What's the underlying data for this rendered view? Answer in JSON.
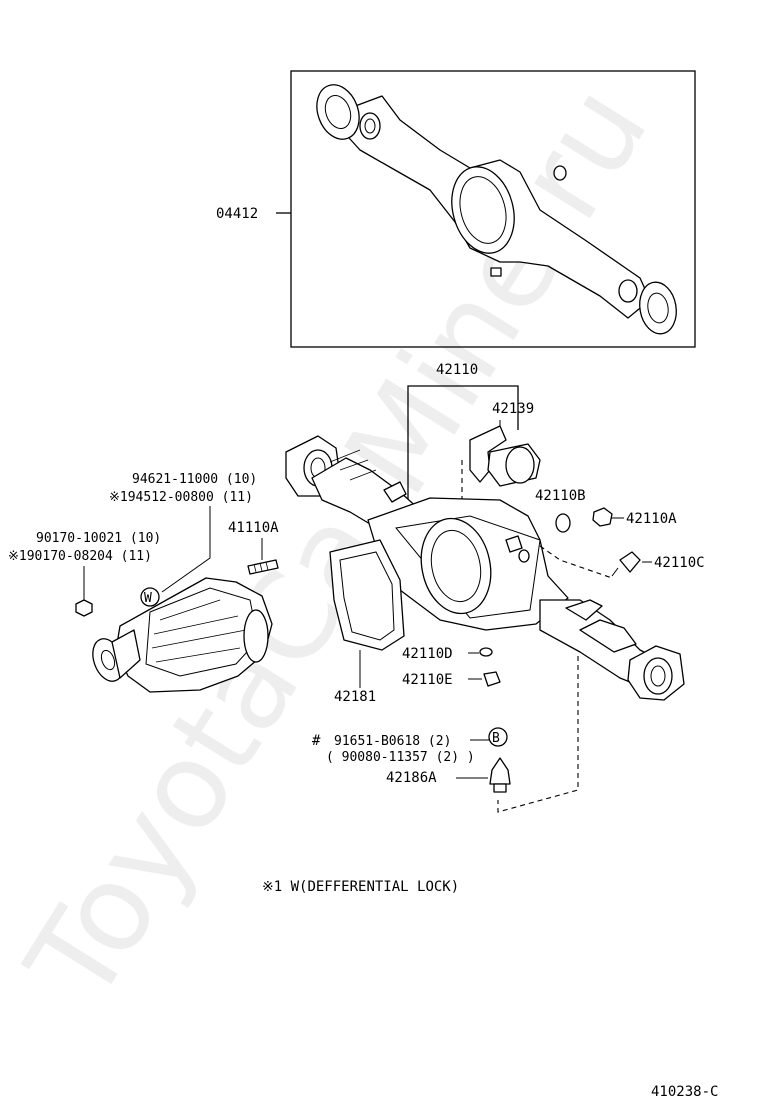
{
  "watermark": "ToyotaCarMine.ru",
  "diagram_code": "410238-C",
  "footnote": "※1 W(DEFFERENTIAL LOCK)",
  "parts": {
    "axle_housing_assy": "04412",
    "axle_housing": "42110",
    "housing_cover": "42139",
    "plug_b": "42110B",
    "bolt_a": "42110A",
    "breather_c": "42110C",
    "gasket_d": "42110D",
    "plug_e": "42110E",
    "gasket_ring": "42181",
    "breather_plug": "42186A",
    "stud_bolt": "41110A",
    "carrier_gasket_1": "94621-11000 (10)",
    "carrier_gasket_2": "※194512-00800 (11)",
    "carrier_nut_1": "90170-10021 (10)",
    "carrier_nut_2": "※190170-08204 (11)",
    "breather_part_1": "91651-B0618 (2)",
    "breather_part_2": "( 90080-11357 (2) )"
  },
  "markers": {
    "hash": "#",
    "w_callout": "W",
    "b_callout": "B"
  }
}
